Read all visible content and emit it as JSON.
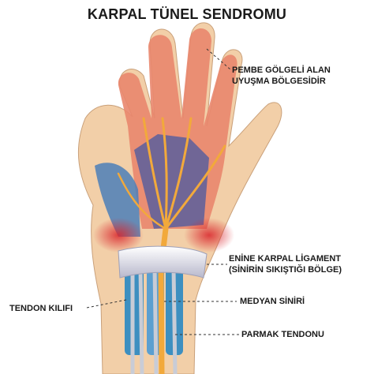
{
  "title": "KARPAL TÜNEL SENDROMU",
  "labels": {
    "numb_zone": [
      "PEMBE GÖLGELİ ALAN",
      "UYUŞMA BÖLGESİDİR"
    ],
    "ligament": [
      "ENİNE KARPAL LİGAMENT",
      "(SİNİRİN SIKIŞTIĞI BÖLGE)"
    ],
    "tendon_sheath": "TENDON KILIFI",
    "median_nerve": "MEDYAN SİNİRİ",
    "finger_tendon": "PARMAK TENDONU"
  },
  "colors": {
    "skin": "#f2cfa8",
    "numb_zone": "#e9866d",
    "nerve": "#f2a93b",
    "sheath": "#3d8fc0",
    "ligament": "#e6e6f2",
    "tendon": "#c9ccd6"
  }
}
